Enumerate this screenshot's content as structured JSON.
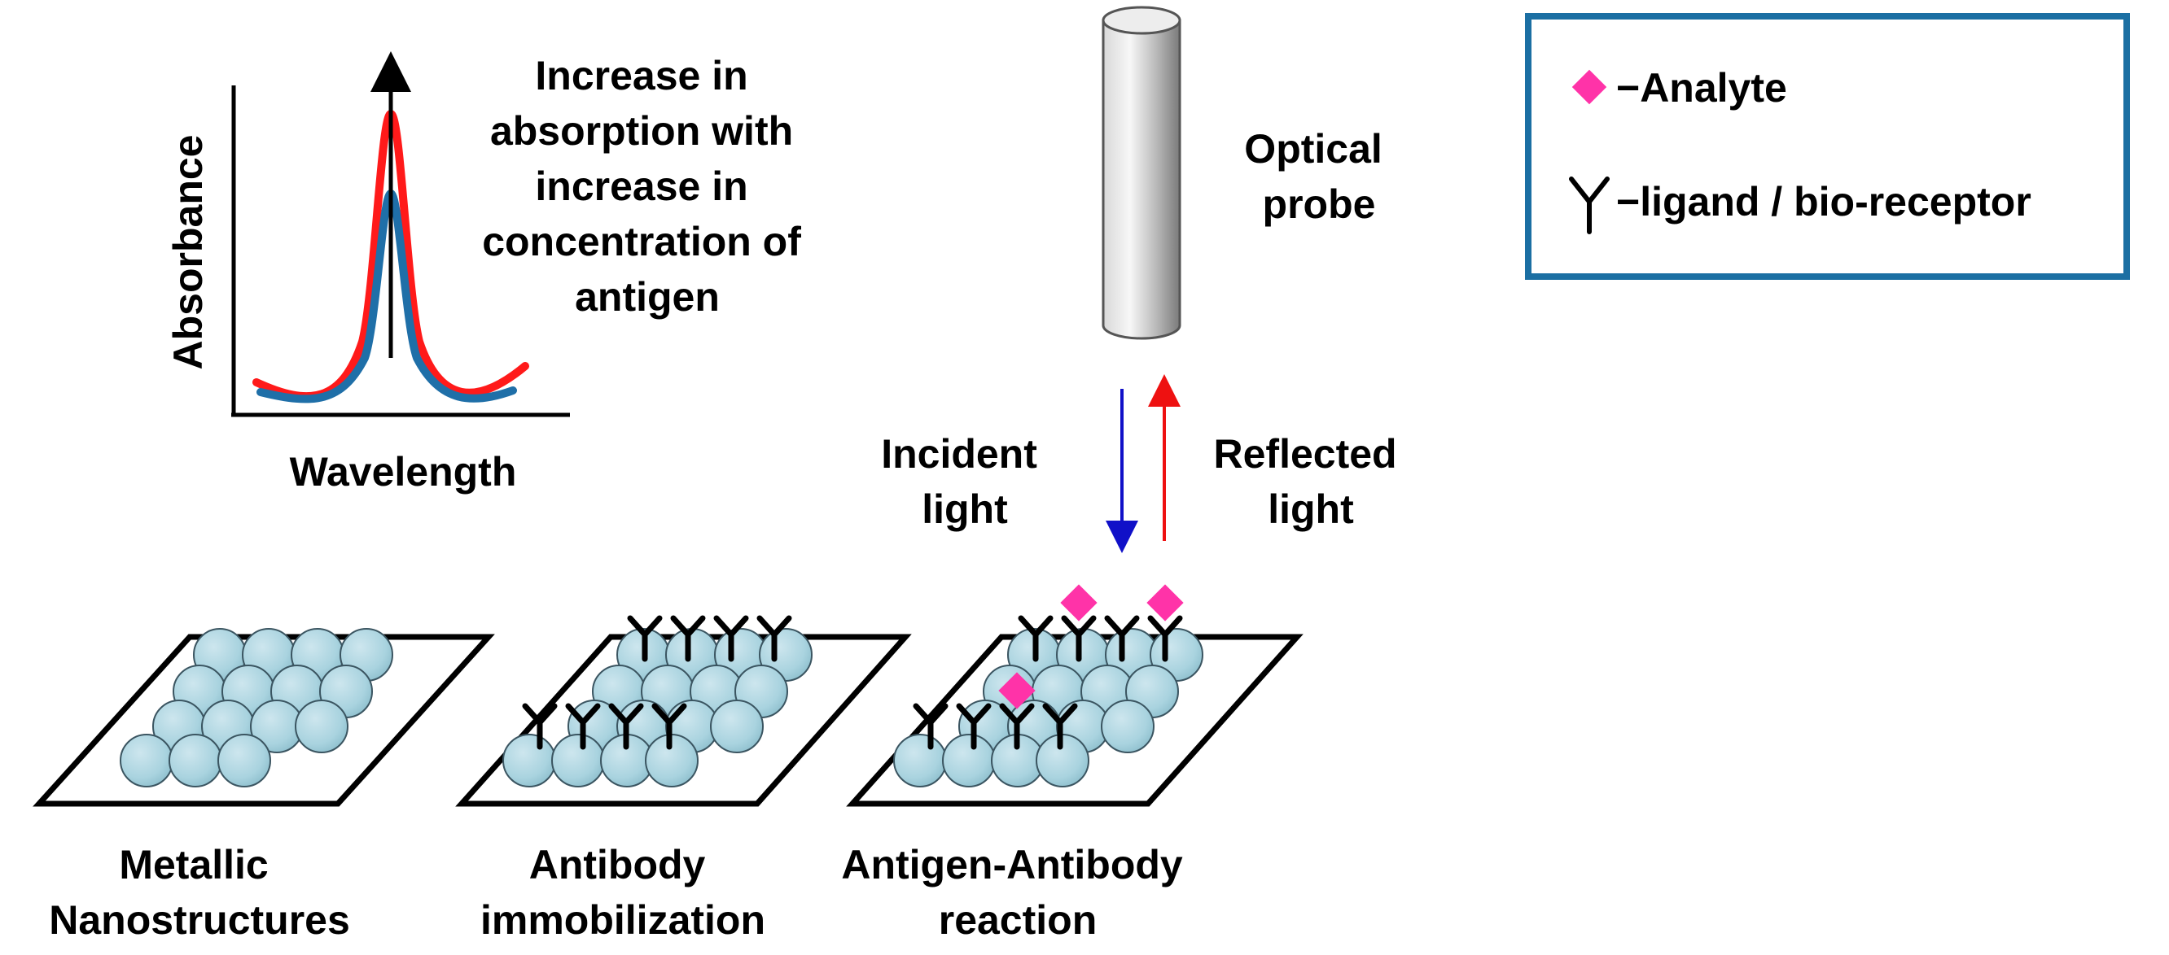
{
  "graph": {
    "y_axis_label": "Absorbance",
    "x_axis_label": "Wavelength",
    "annotation_lines": [
      "Increase in",
      "absorption with",
      "increase in",
      "concentration of",
      "antigen"
    ]
  },
  "probe": {
    "label_lines": [
      "Optical",
      "probe"
    ]
  },
  "light": {
    "incident_lines": [
      "Incident",
      "light"
    ],
    "reflected_lines": [
      "Reflected",
      "light"
    ]
  },
  "legend": {
    "analyte_label": "−Analyte",
    "ligand_label": "−ligand / bio-receptor"
  },
  "steps": [
    {
      "label_lines": [
        "Metallic",
        "Nanostructures"
      ]
    },
    {
      "label_lines": [
        "Antibody",
        "immobilization"
      ]
    },
    {
      "label_lines": [
        "Antigen-Antibody",
        "reaction"
      ]
    }
  ],
  "colors": {
    "curve_high": "#ff1a1a",
    "curve_low": "#1f6fa8",
    "nanoparticle": "#a9d3df",
    "analyte": "#ff33a8",
    "legend_border": "#1b6fa3",
    "incident_arrow": "#1010c8",
    "reflected_arrow": "#ee1111"
  }
}
